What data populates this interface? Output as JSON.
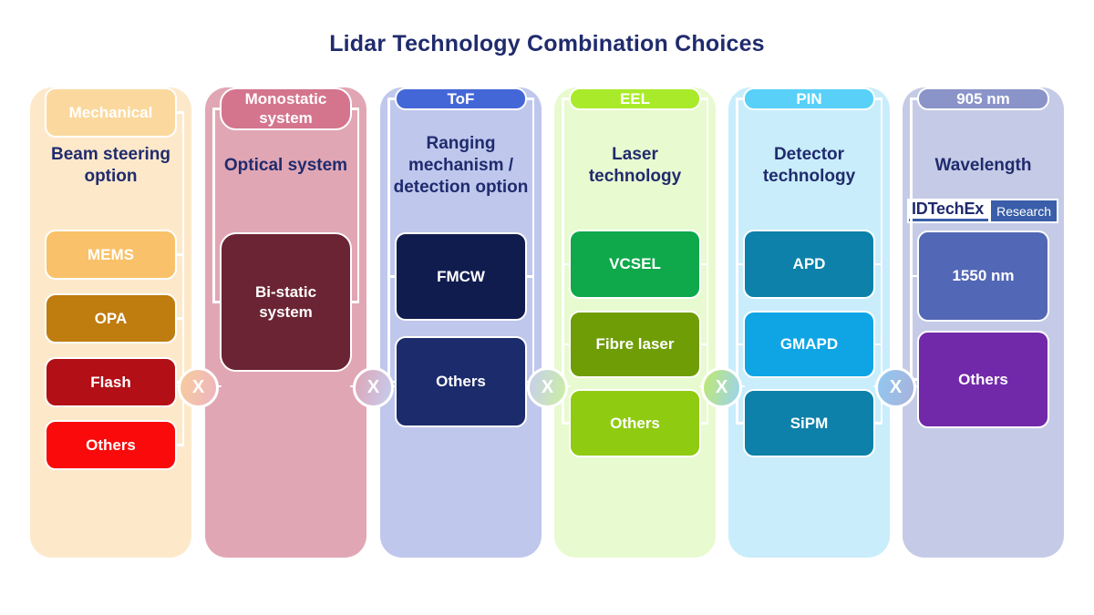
{
  "title": "Lidar Technology Combination Choices",
  "multiply_symbol": "X",
  "logo": {
    "name": "IDTechEx",
    "tag": "Research",
    "accent": "#3A5EA9",
    "text_color": "#1F2A6E"
  },
  "columns": [
    {
      "header": "Beam steering\noption",
      "bg": "#FDE9CA",
      "items": [
        {
          "label": "Mechanical",
          "color": "#FBD99E"
        },
        {
          "label": "MEMS",
          "color": "#F9C169"
        },
        {
          "label": "OPA",
          "color": "#BF7C0F"
        },
        {
          "label": "Flash",
          "color": "#B30F16"
        },
        {
          "label": "Others",
          "color": "#FA0A0A"
        }
      ]
    },
    {
      "header": "Optical system",
      "bg": "#E1A6B4",
      "items": [
        {
          "label": "Monostatic\nsystem",
          "color": "#D4758D"
        },
        {
          "label": "Bi-static\nsystem",
          "color": "#6B2433"
        }
      ]
    },
    {
      "header": "Ranging\nmechanism /\ndetection option",
      "bg": "#BFC7ED",
      "items": [
        {
          "label": "ToF",
          "color": "#4467D8"
        },
        {
          "label": "FMCW",
          "color": "#111C4E"
        },
        {
          "label": "Others",
          "color": "#1B2B6B"
        }
      ]
    },
    {
      "header": "Laser\ntechnology",
      "bg": "#E8FACF",
      "items": [
        {
          "label": "EEL",
          "color": "#A9EB2A"
        },
        {
          "label": "VCSEL",
          "color": "#0FA94B"
        },
        {
          "label": "Fibre laser",
          "color": "#6F9D05"
        },
        {
          "label": "Others",
          "color": "#8FCB11"
        }
      ]
    },
    {
      "header": "Detector\ntechnology",
      "bg": "#C9EDFB",
      "items": [
        {
          "label": "PIN",
          "color": "#58D0F7"
        },
        {
          "label": "APD",
          "color": "#0D81A9"
        },
        {
          "label": "GMAPD",
          "color": "#0FA5E5"
        },
        {
          "label": "SiPM",
          "color": "#0D81A9"
        }
      ]
    },
    {
      "header": "Wavelength",
      "bg": "#C5CBE6",
      "items": [
        {
          "label": "905 nm",
          "color": "#8A94C9"
        },
        {
          "label": "1550 nm",
          "color": "#5267B5"
        },
        {
          "label": "Others",
          "color": "#7229A9"
        }
      ]
    }
  ],
  "x_circles": [
    {
      "from": "#F7CD9C",
      "to": "#EDB4C0"
    },
    {
      "from": "#DFA5B6",
      "to": "#C5CDEF"
    },
    {
      "from": "#C7CEEF",
      "to": "#CBEFA0"
    },
    {
      "from": "#C0E96E",
      "to": "#9AD2F2"
    },
    {
      "from": "#8FC8F0",
      "to": "#A9B2DB"
    }
  ]
}
